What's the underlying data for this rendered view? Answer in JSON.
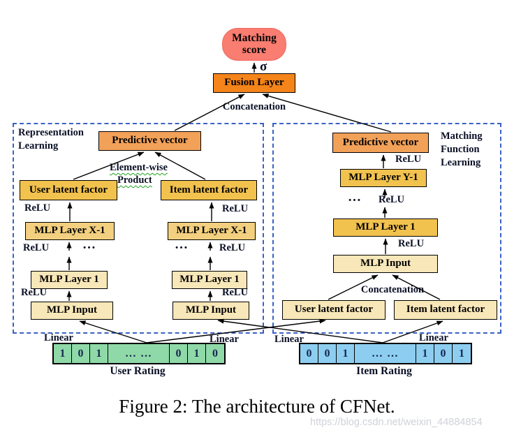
{
  "figure": {
    "caption": "Figure 2: The architecture of CFNet.",
    "watermark": "https://blog.csdn.net/weixin_44884854"
  },
  "diagram": {
    "output": {
      "matching_score_line1": "Matching",
      "matching_score_line2": "score",
      "sigma": "σ",
      "fusion_layer": "Fusion Layer",
      "concatenation": "Concatenation"
    },
    "left_panel": {
      "title_line1": "Representation",
      "title_line2": "Learning",
      "predictive_vector": "Predictive vector",
      "elementwise_line1": "Element-wise",
      "elementwise_line2": "Product",
      "user_latent_factor": "User latent factor",
      "item_latent_factor": "Item latent factor",
      "mlp_layer_x1": "MLP Layer X-1",
      "mlp_layer_1": "MLP Layer 1",
      "mlp_input": "MLP Input",
      "relu": "ReLU",
      "dots": "…"
    },
    "right_panel": {
      "title_line1": "Matching",
      "title_line2": "Function",
      "title_line3": "Learning",
      "predictive_vector": "Predictive vector",
      "mlp_layer_y1": "MLP Layer Y-1",
      "mlp_layer_1": "MLP Layer 1",
      "mlp_input": "MLP Input",
      "concatenation": "Concatenation",
      "user_latent_factor": "User latent factor",
      "item_latent_factor": "Item latent factor",
      "relu": "ReLU",
      "dots": "…"
    },
    "inputs": {
      "linear": "Linear",
      "user_rating": {
        "label": "User Rating",
        "cells": [
          "1",
          "0",
          "1",
          "… …",
          "0",
          "1",
          "0"
        ]
      },
      "item_rating": {
        "label": "Item Rating",
        "cells": [
          "0",
          "0",
          "1",
          "… …",
          "1",
          "0",
          "1"
        ]
      }
    },
    "colors": {
      "matching_score": "#f97d70",
      "fusion_layer": "#f5841a",
      "predictive_vector": "#f2a159",
      "gold_box": "#f2c24e",
      "cream_box": "#f8e7b8",
      "user_rating_cell": "#8fd9a8",
      "item_rating_cell": "#8dcef0",
      "panel_border": "#3a62c4",
      "wavy_underline": "#21a121"
    }
  }
}
